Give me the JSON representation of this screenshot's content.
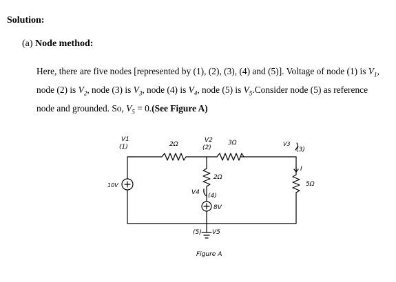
{
  "solution_heading": "Solution:",
  "part_label": "(a)",
  "part_title": "Node method:",
  "paragraph": {
    "seg1": "Here, there are five nodes [represented by (1), (2), (3), (4) and (5)]. Voltage of node (1) is ",
    "seg2": ", node (2) is ",
    "seg3": ", node (3) is ",
    "seg4": ", node (4) is ",
    "seg5": ", node (5) is ",
    "seg6": ".Consider node (5) as reference node and grounded. So, ",
    "seg7": " = 0.",
    "see_figure": "(See Figure A)",
    "v1": "V",
    "v1_sub": "1",
    "v2": "V",
    "v2_sub": "2",
    "v3": "V",
    "v3_sub": "3",
    "v4": "V",
    "v4_sub": "4",
    "v5": "V",
    "v5_sub": "5",
    "v5b": "V",
    "v5b_sub": "5"
  },
  "circuit": {
    "node1_voltage": "V1",
    "node1_label": "(1)",
    "node2_voltage": "V2",
    "node2_label": "(2)",
    "node3_voltage": "V3",
    "node3_label": "(3)",
    "node4_voltage": "V4",
    "node4_label": "(4)",
    "node5_voltage": "V5",
    "node5_label": "(5)",
    "r_12": "2Ω",
    "r_23": "3Ω",
    "r_24": "2Ω",
    "r_35": "5Ω",
    "source_left": "10V",
    "source_mid": "8V",
    "current_label": "I",
    "caption": "Figure A"
  }
}
